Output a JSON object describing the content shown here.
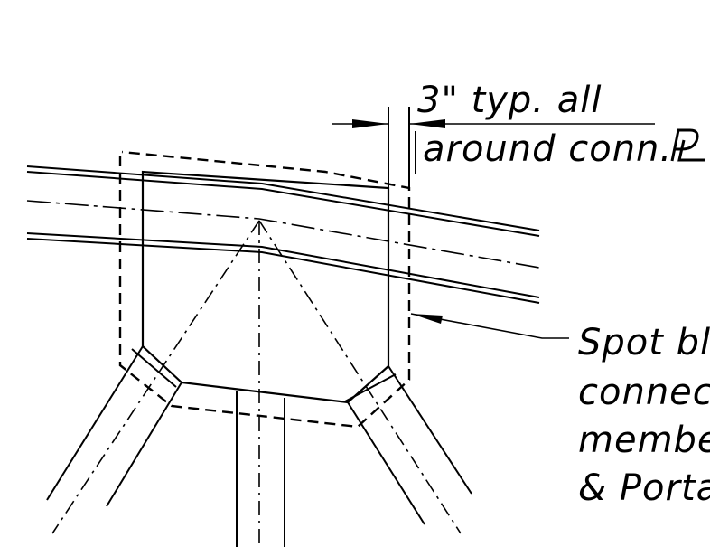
{
  "drawing": {
    "top_note": {
      "line1": "3\" typ. all",
      "line2": "around conn. ",
      "plate_symbol": "PL-symbol"
    },
    "side_note": {
      "line1": "Spot bla",
      "line2": "connect",
      "line3": "member",
      "line4": "& Porta"
    },
    "colors": {
      "ink": "#000000",
      "background": "#ffffff"
    }
  }
}
